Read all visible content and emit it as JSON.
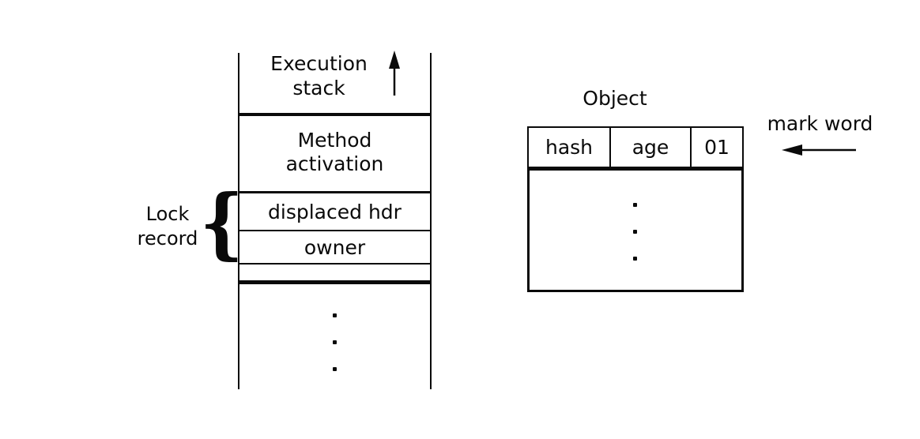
{
  "colors": {
    "ink": "#0a0a0a",
    "background": "#ffffff"
  },
  "stack": {
    "title": {
      "line1": "Execution",
      "line2": "stack"
    },
    "method_activation": {
      "line1": "Method",
      "line2": "activation"
    },
    "displaced_hdr": "displaced hdr",
    "owner": "owner"
  },
  "lock_record": {
    "line1": "Lock",
    "line2": "record",
    "brace": "{"
  },
  "object": {
    "title": "Object",
    "header_cells": [
      "hash",
      "age",
      "01"
    ]
  },
  "mark_word": {
    "label": "mark word"
  }
}
